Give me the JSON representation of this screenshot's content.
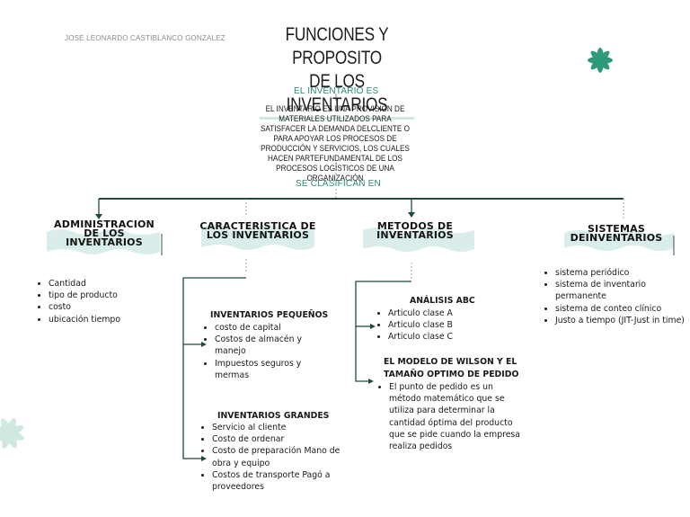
{
  "author": "JOSE LEONARDO CASTIBLANCO GONZALEZ",
  "title_line1": "FUNCIONES Y PROPOSITO",
  "title_line2": "DE LOS INVENTARIOS",
  "heading_is": "EL INVENTARIO ES",
  "definition": "EL INVENTARIO ES UNA PROVISIÓN DE MATERIALES UTILIZADOS PARA SATISFACER LA DEMANDA DELCLIENTE O PARA APOYAR LOS PROCESOS DE PRODUCCIÓN Y SERVICIOS, LOS CUALES HACEN PARTEFUNDAMENTAL DE LOS PROCESOS LOGÍSTICOS DE UNA ORGANIZACIÓN",
  "heading_classified": "SE CLASIFICAN EN",
  "accent_color": "#2b8a78",
  "line_color": "#1f4a3c",
  "categories": {
    "admin": {
      "label_line1": "ADMINISTRACION",
      "label_line2": "DE LOS",
      "label_line3": "INVENTARIOS",
      "items": [
        "Cantidad",
        "tipo de producto",
        "costo",
        "ubicación tiempo"
      ]
    },
    "caracteristica": {
      "label_line1": "CARACTERISTICA DE",
      "label_line2": "LOS INVENTARIOS",
      "pequenos": {
        "title": "INVENTARIOS PEQUEÑOS",
        "items": [
          "costo de capital",
          "Costos de almacén y manejo",
          "Impuestos seguros y mermas"
        ]
      },
      "grandes": {
        "title": "INVENTARIOS GRANDES",
        "items": [
          "Servicio al cliente",
          "Costo de ordenar",
          "Costo de preparación Mano de obra y equipo",
          "Costos de transporte Pagó a proveedores"
        ]
      }
    },
    "metodos": {
      "label_line1": "METODOS DE",
      "label_line2": "INVENTARIOS",
      "abc": {
        "title": "ANÁLISIS ABC",
        "items": [
          "Articulo clase A",
          "Articulo clase B",
          "Articulo clase C"
        ]
      },
      "wilson": {
        "title_line1": "EL MODELO DE WILSON Y EL",
        "title_line2": "TAMAÑO OPTIMO DE PEDIDO",
        "items": [
          "El punto de pedido es un método matemático que se utiliza para determinar la cantidad óptima del producto que se pide cuando la empresa realiza pedidos"
        ]
      }
    },
    "sistemas": {
      "label_line1": "SISTEMAS",
      "label_line2": "DEINVENTARIOS",
      "items": [
        "sistema periódico",
        "sistema de inventario permanente",
        "sistema de conteo clínico",
        "Justo a tiempo (JIT-Just in time)"
      ]
    }
  }
}
